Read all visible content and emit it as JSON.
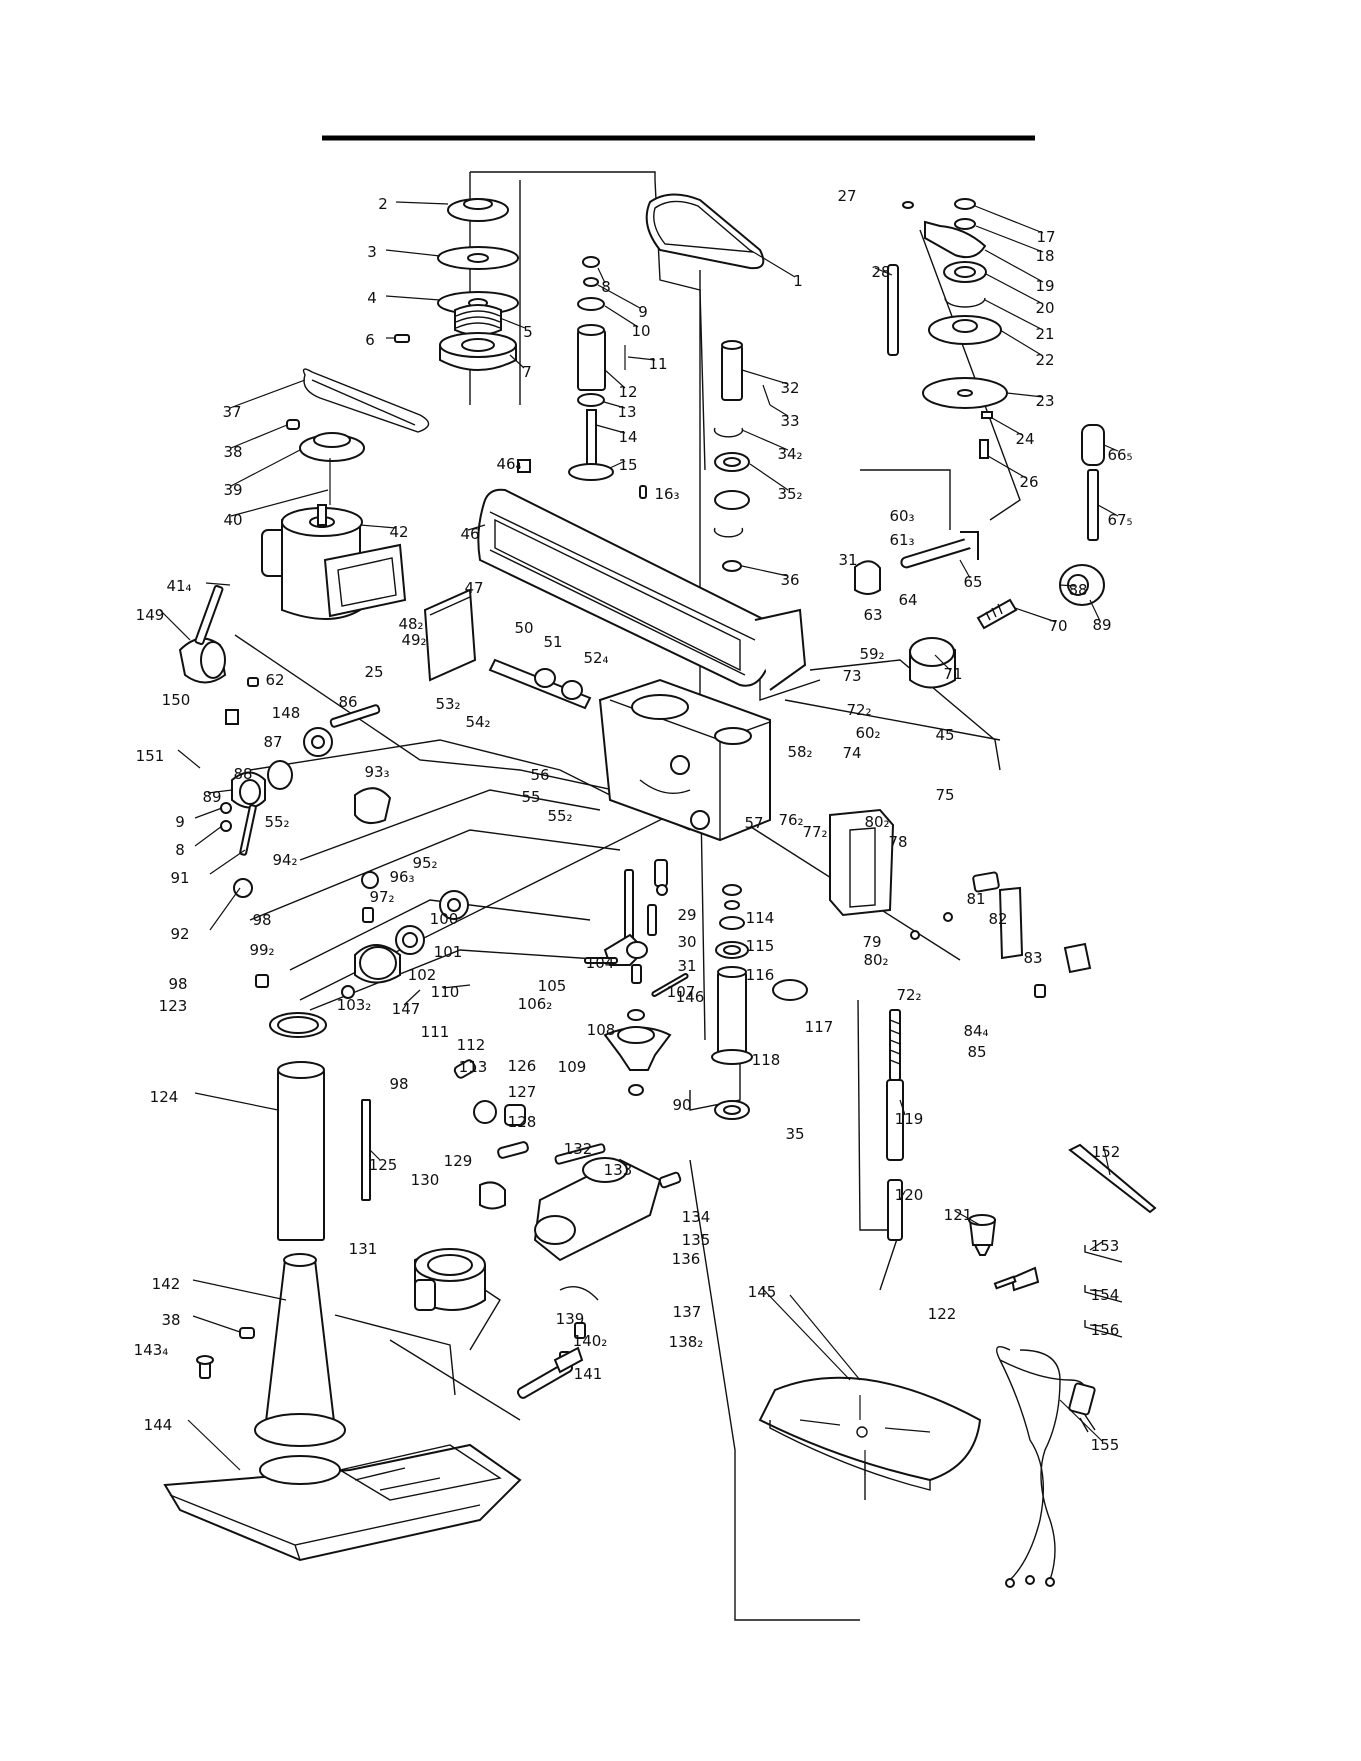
{
  "diagram": {
    "labels": [
      [
        "2",
        383,
        204
      ],
      [
        "3",
        372,
        252
      ],
      [
        "4",
        372,
        298
      ],
      [
        "5",
        528,
        332
      ],
      [
        "6",
        370,
        340
      ],
      [
        "7",
        527,
        372
      ],
      [
        "8",
        606,
        287
      ],
      [
        "9",
        643,
        312
      ],
      [
        "10",
        641,
        331
      ],
      [
        "11",
        658,
        364
      ],
      [
        "12",
        628,
        392
      ],
      [
        "13",
        627,
        412
      ],
      [
        "14",
        628,
        437
      ],
      [
        "15",
        628,
        465
      ],
      [
        "16₃",
        667,
        494
      ],
      [
        "1",
        798,
        281
      ],
      [
        "27",
        847,
        196
      ],
      [
        "17",
        1046,
        237
      ],
      [
        "18",
        1045,
        256
      ],
      [
        "19",
        1045,
        286
      ],
      [
        "20",
        1045,
        308
      ],
      [
        "21",
        1045,
        334
      ],
      [
        "22",
        1045,
        360
      ],
      [
        "23",
        1045,
        401
      ],
      [
        "24",
        1025,
        439
      ],
      [
        "26",
        1029,
        482
      ],
      [
        "28",
        881,
        272
      ],
      [
        "32",
        790,
        388
      ],
      [
        "33",
        790,
        421
      ],
      [
        "34₂",
        790,
        454
      ],
      [
        "35₂",
        790,
        494
      ],
      [
        "36",
        790,
        580
      ],
      [
        "60₃",
        902,
        516
      ],
      [
        "61₃",
        902,
        540
      ],
      [
        "66₅",
        1120,
        455
      ],
      [
        "67₅",
        1120,
        520
      ],
      [
        "88",
        1078,
        590
      ],
      [
        "89",
        1102,
        625
      ],
      [
        "65",
        973,
        582
      ],
      [
        "64",
        908,
        600
      ],
      [
        "63",
        873,
        615
      ],
      [
        "31",
        848,
        560
      ],
      [
        "59₂",
        872,
        654
      ],
      [
        "70",
        1058,
        626
      ],
      [
        "71",
        953,
        674
      ],
      [
        "73",
        852,
        676
      ],
      [
        "72₂",
        859,
        710
      ],
      [
        "60₂",
        868,
        733
      ],
      [
        "74",
        852,
        753
      ],
      [
        "45",
        945,
        735
      ],
      [
        "75",
        945,
        795
      ],
      [
        "37",
        232,
        412
      ],
      [
        "38",
        233,
        452
      ],
      [
        "39",
        233,
        490
      ],
      [
        "40",
        233,
        520
      ],
      [
        "42",
        399,
        532
      ],
      [
        "46₄",
        509,
        464
      ],
      [
        "46",
        470,
        534
      ],
      [
        "41₄",
        179,
        586
      ],
      [
        "47",
        474,
        588
      ],
      [
        "48₂",
        411,
        624
      ],
      [
        "49₂",
        414,
        640
      ],
      [
        "50",
        524,
        628
      ],
      [
        "51",
        553,
        642
      ],
      [
        "52₄",
        596,
        658
      ],
      [
        "149",
        150,
        615
      ],
      [
        "62",
        275,
        680
      ],
      [
        "25",
        374,
        672
      ],
      [
        "150",
        176,
        700
      ],
      [
        "86",
        348,
        702
      ],
      [
        "148",
        286,
        713
      ],
      [
        "87",
        273,
        742
      ],
      [
        "151",
        150,
        756
      ],
      [
        "88",
        243,
        774
      ],
      [
        "93₃",
        377,
        772
      ],
      [
        "89",
        212,
        797
      ],
      [
        "55₂",
        277,
        822
      ],
      [
        "54₂",
        478,
        722
      ],
      [
        "53₂",
        448,
        704
      ],
      [
        "56",
        540,
        775
      ],
      [
        "55",
        531,
        797
      ],
      [
        "55₂",
        560,
        816
      ],
      [
        "58₂",
        800,
        752
      ],
      [
        "57",
        754,
        823
      ],
      [
        "76₂",
        791,
        820
      ],
      [
        "77₂",
        815,
        832
      ],
      [
        "80₂",
        877,
        822
      ],
      [
        "9",
        180,
        822
      ],
      [
        "8",
        180,
        850
      ],
      [
        "91",
        180,
        878
      ],
      [
        "92",
        180,
        934
      ],
      [
        "94₂",
        285,
        860
      ],
      [
        "95₂",
        425,
        863
      ],
      [
        "96₃",
        402,
        877
      ],
      [
        "97₂",
        382,
        897
      ],
      [
        "98",
        262,
        920
      ],
      [
        "99₂",
        262,
        950
      ],
      [
        "100",
        444,
        919
      ],
      [
        "101",
        448,
        952
      ],
      [
        "102",
        422,
        975
      ],
      [
        "103₂",
        354,
        1005
      ],
      [
        "29",
        687,
        915
      ],
      [
        "30",
        687,
        942
      ],
      [
        "31",
        687,
        966
      ],
      [
        "104",
        600,
        963
      ],
      [
        "105",
        552,
        986
      ],
      [
        "106₂",
        535,
        1004
      ],
      [
        "146",
        690,
        997
      ],
      [
        "114",
        760,
        918
      ],
      [
        "115",
        760,
        946
      ],
      [
        "116",
        760,
        975
      ],
      [
        "117",
        819,
        1027
      ],
      [
        "118",
        766,
        1060
      ],
      [
        "119",
        909,
        1119
      ],
      [
        "120",
        909,
        1195
      ],
      [
        "121",
        958,
        1215
      ],
      [
        "122",
        942,
        1314
      ],
      [
        "78",
        898,
        842
      ],
      [
        "81",
        976,
        899
      ],
      [
        "82",
        998,
        919
      ],
      [
        "83",
        1033,
        958
      ],
      [
        "79",
        872,
        942
      ],
      [
        "80₂",
        876,
        960
      ],
      [
        "72₂",
        909,
        995
      ],
      [
        "84₄",
        976,
        1031
      ],
      [
        "85",
        977,
        1052
      ],
      [
        "98",
        178,
        984
      ],
      [
        "123",
        173,
        1006
      ],
      [
        "147",
        406,
        1009
      ],
      [
        "110",
        445,
        992
      ],
      [
        "111",
        435,
        1032
      ],
      [
        "112",
        471,
        1045
      ],
      [
        "113",
        473,
        1067
      ],
      [
        "107",
        681,
        992
      ],
      [
        "108",
        601,
        1030
      ],
      [
        "109",
        572,
        1067
      ],
      [
        "90",
        682,
        1105
      ],
      [
        "35",
        795,
        1134
      ],
      [
        "124",
        164,
        1097
      ],
      [
        "125",
        383,
        1165
      ],
      [
        "98",
        399,
        1084
      ],
      [
        "126",
        522,
        1066
      ],
      [
        "127",
        522,
        1092
      ],
      [
        "128",
        522,
        1122
      ],
      [
        "129",
        458,
        1161
      ],
      [
        "130",
        425,
        1180
      ],
      [
        "131",
        363,
        1249
      ],
      [
        "132",
        578,
        1149
      ],
      [
        "133",
        618,
        1170
      ],
      [
        "134",
        696,
        1217
      ],
      [
        "135",
        696,
        1240
      ],
      [
        "136",
        686,
        1259
      ],
      [
        "137",
        687,
        1312
      ],
      [
        "138₂",
        686,
        1342
      ],
      [
        "139",
        570,
        1319
      ],
      [
        "140₂",
        590,
        1341
      ],
      [
        "141",
        588,
        1374
      ],
      [
        "142",
        166,
        1284
      ],
      [
        "38",
        171,
        1320
      ],
      [
        "143₄",
        151,
        1350
      ],
      [
        "144",
        158,
        1425
      ],
      [
        "145",
        762,
        1292
      ],
      [
        "152",
        1106,
        1152
      ],
      [
        "153",
        1105,
        1246
      ],
      [
        "154",
        1105,
        1295
      ],
      [
        "156",
        1105,
        1330
      ],
      [
        "155",
        1105,
        1445
      ]
    ]
  }
}
